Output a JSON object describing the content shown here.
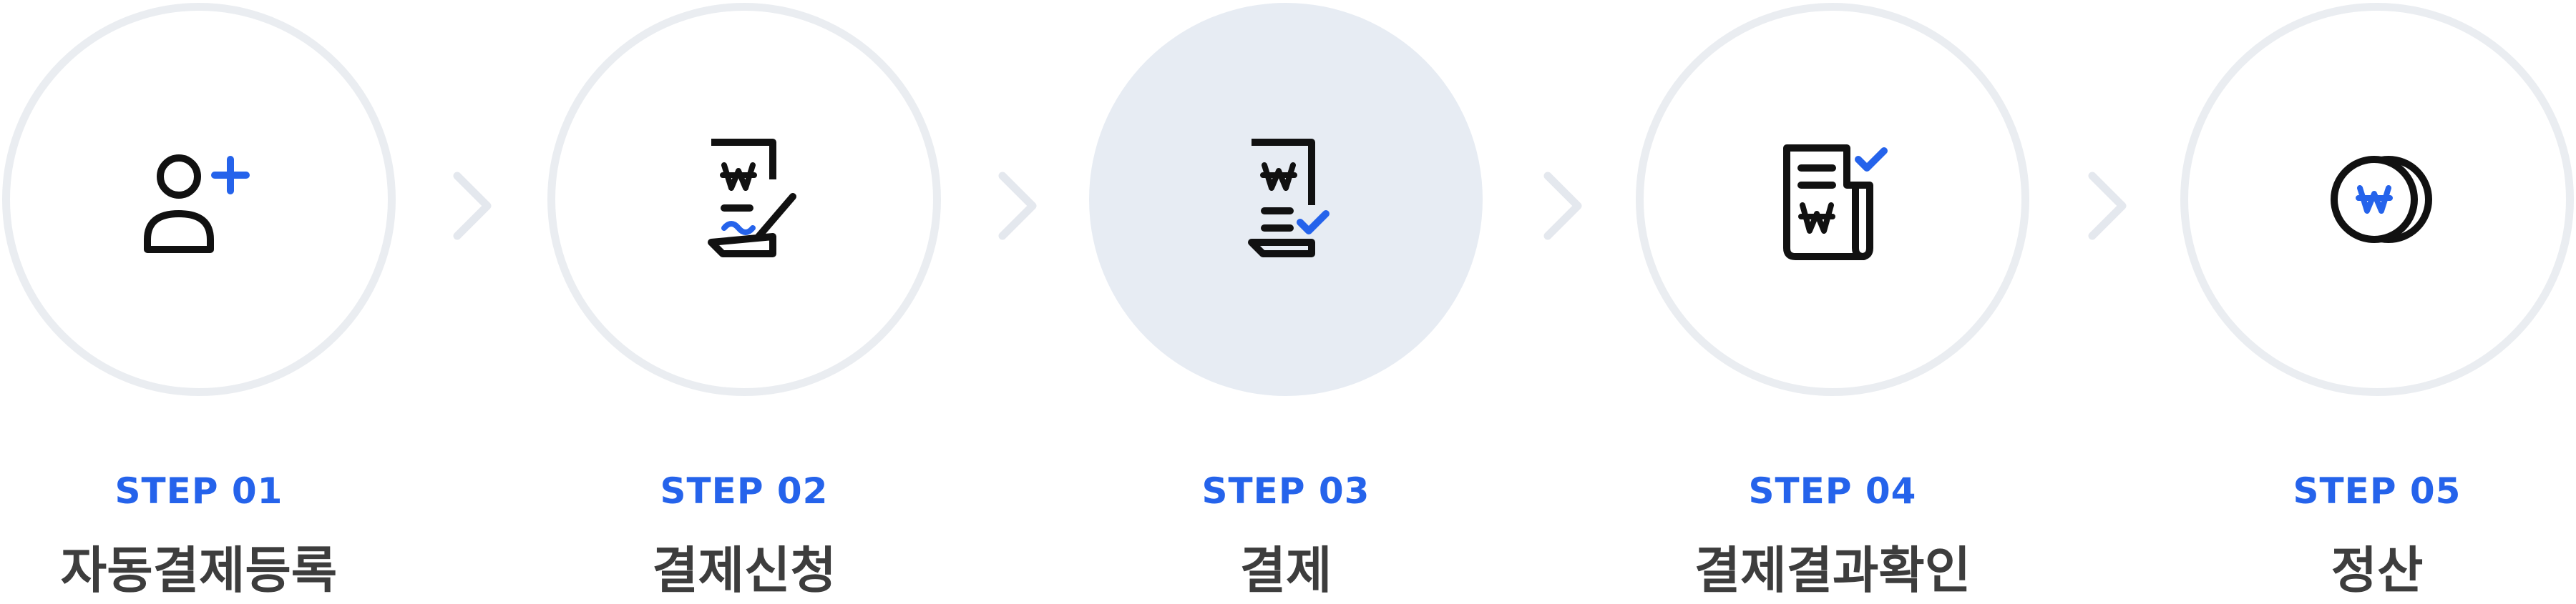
{
  "colors": {
    "accent": "#2563eb",
    "ring": "#eaedf1",
    "active_fill": "#e7ecf3",
    "arrow": "#e4e8ee",
    "icon_stroke": "#111111",
    "title_text": "#3d3d3d"
  },
  "active_step": 3,
  "steps": [
    {
      "number": "STEP 01",
      "title": "자동결제등록",
      "icon": "add-user-icon"
    },
    {
      "number": "STEP 02",
      "title": "결제신청",
      "icon": "sign-document-icon"
    },
    {
      "number": "STEP 03",
      "title": "결제",
      "icon": "approved-document-icon"
    },
    {
      "number": "STEP 04",
      "title": "결제결과확인",
      "icon": "receipt-check-icon"
    },
    {
      "number": "STEP 05",
      "title": "정산",
      "icon": "coins-icon"
    }
  ]
}
